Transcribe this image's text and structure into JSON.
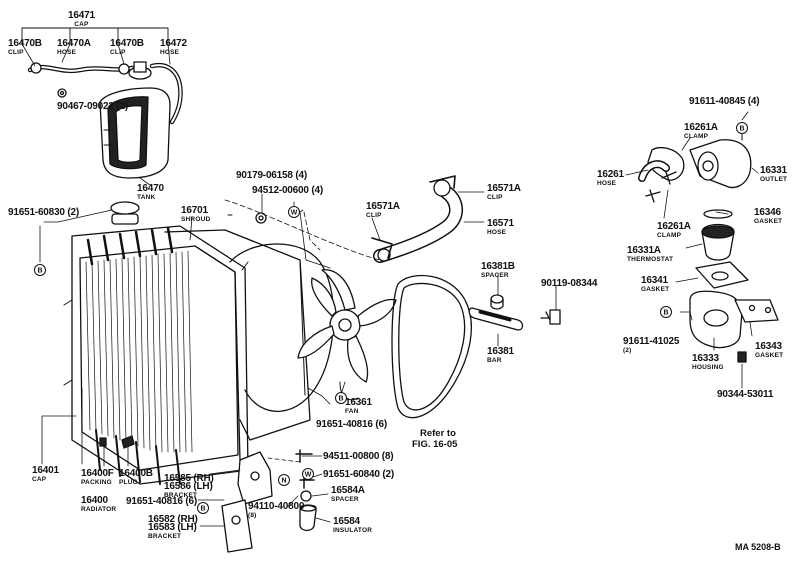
{
  "diagram_code": "MA 5208-B",
  "reference": {
    "line1": "Refer to",
    "line2": "FIG. 16-05"
  },
  "symbols": {
    "b": "B",
    "w": "W",
    "n": "N"
  },
  "parts": [
    {
      "id": "cap-16471",
      "number": "16471",
      "desc": "CAP"
    },
    {
      "id": "clip-16470b-left",
      "number": "16470B",
      "desc": "CLIP"
    },
    {
      "id": "hose-16470a",
      "number": "16470A",
      "desc": "HOSE"
    },
    {
      "id": "clip-16470b-right",
      "number": "16470B",
      "desc": "CLIP"
    },
    {
      "id": "hose-16472",
      "number": "16472",
      "desc": "HOSE"
    },
    {
      "id": "bolt-90467",
      "number": "90467-09022 (2)",
      "desc": ""
    },
    {
      "id": "tank-16470",
      "number": "16470",
      "desc": "TANK"
    },
    {
      "id": "bolt-91651-60830",
      "number": "91651-60830 (2)",
      "desc": ""
    },
    {
      "id": "shroud-16701",
      "number": "16701",
      "desc": "SHROUD"
    },
    {
      "id": "washer-90179",
      "number": "90179-06158 (4)",
      "desc": ""
    },
    {
      "id": "bolt-94512",
      "number": "94512-00600 (4)",
      "desc": ""
    },
    {
      "id": "clip-16571a-lower",
      "number": "16571A",
      "desc": "CLIP"
    },
    {
      "id": "clip-16571a-upper",
      "number": "16571A",
      "desc": "CLIP"
    },
    {
      "id": "hose-16571",
      "number": "16571",
      "desc": "HOSE"
    },
    {
      "id": "spacer-16381b",
      "number": "16381B",
      "desc": "SPACER"
    },
    {
      "id": "bolt-90119",
      "number": "90119-08344",
      "desc": ""
    },
    {
      "id": "bar-16381",
      "number": "16381",
      "desc": "BAR"
    },
    {
      "id": "fan-16361",
      "number": "16361",
      "desc": "FAN"
    },
    {
      "id": "bolt-91651-40816-fan",
      "number": "91651-40816 (6)",
      "desc": ""
    },
    {
      "id": "bolt-91611-40845",
      "number": "91611-40845 (4)",
      "desc": ""
    },
    {
      "id": "clamp-16261a-upper",
      "number": "16261A",
      "desc": "CLAMP"
    },
    {
      "id": "hose-16261",
      "number": "16261",
      "desc": "HOSE"
    },
    {
      "id": "outlet-16331",
      "number": "16331",
      "desc": "OUTLET"
    },
    {
      "id": "clamp-16261a-lower",
      "number": "16261A",
      "desc": "CLAMP"
    },
    {
      "id": "gasket-16346",
      "number": "16346",
      "desc": "GASKET"
    },
    {
      "id": "thermostat-16331a",
      "number": "16331A",
      "desc": "THERMOSTAT"
    },
    {
      "id": "gasket-16341",
      "number": "16341",
      "desc": "GASKET"
    },
    {
      "id": "bolt-91611-41025",
      "number": "91611-41025",
      "desc": "(2)"
    },
    {
      "id": "housing-16333",
      "number": "16333",
      "desc": "HOUSING"
    },
    {
      "id": "gasket-16343",
      "number": "16343",
      "desc": "GASKET"
    },
    {
      "id": "bolt-90344",
      "number": "90344-53011",
      "desc": ""
    },
    {
      "id": "cap-16401",
      "number": "16401",
      "desc": "CAP"
    },
    {
      "id": "packing-16400f",
      "number": "16400F",
      "desc": "PACKING"
    },
    {
      "id": "plug-16400b",
      "number": "16400B",
      "desc": "PLUG"
    },
    {
      "id": "radiator-16400",
      "number": "16400",
      "desc": "RADIATOR"
    },
    {
      "id": "bracket-16585",
      "number": "16585 (RH)",
      "desc": ""
    },
    {
      "id": "bracket-16586",
      "number": "16586 (LH)",
      "desc": "BRACKET"
    },
    {
      "id": "bolt-91651-40816-bracket",
      "number": "91651-40816 (6)",
      "desc": ""
    },
    {
      "id": "bracket-16582",
      "number": "16582 (RH)",
      "desc": ""
    },
    {
      "id": "bracket-16583",
      "number": "16583 (LH)",
      "desc": "BRACKET"
    },
    {
      "id": "nut-94511",
      "number": "94511-00800 (8)",
      "desc": ""
    },
    {
      "id": "bolt-91651-60840",
      "number": "91651-60840 (2)",
      "desc": ""
    },
    {
      "id": "washer-94110",
      "number": "94110-40800",
      "desc": "(8)"
    },
    {
      "id": "spacer-16584a",
      "number": "16584A",
      "desc": "SPACER"
    },
    {
      "id": "insulator-16584",
      "number": "16584",
      "desc": "INSULATOR"
    }
  ]
}
